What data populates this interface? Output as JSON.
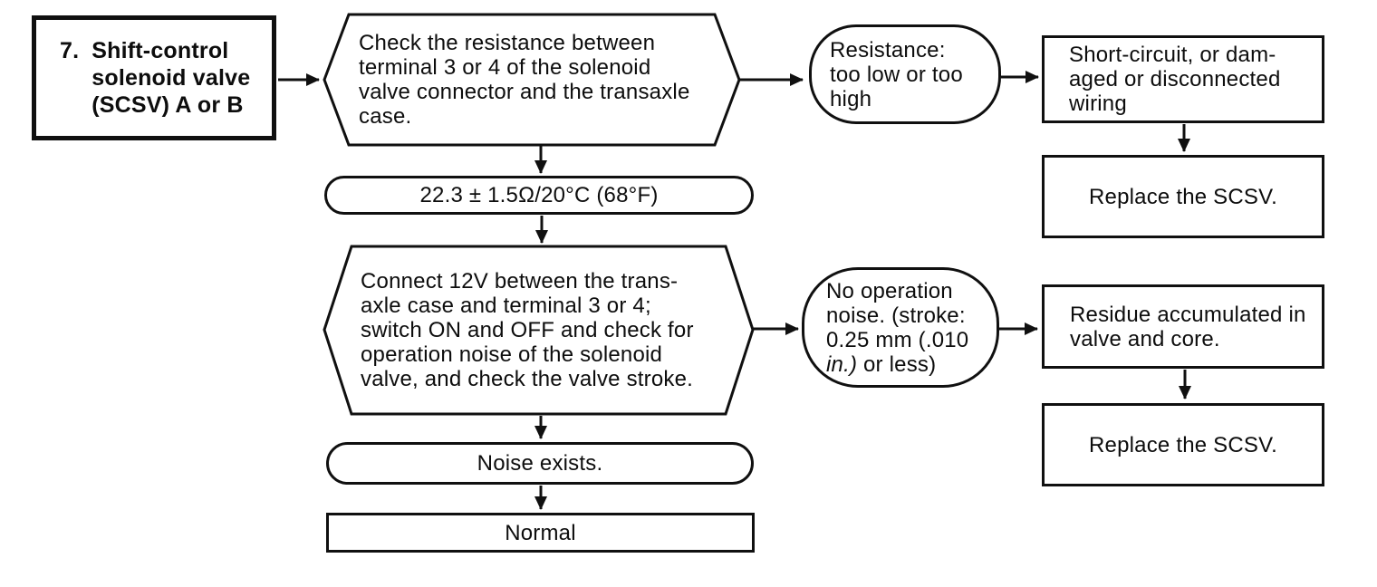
{
  "flowchart": {
    "nodes": {
      "start": {
        "number": "7.",
        "lines": [
          "Shift-control",
          "solenoid valve",
          "(SCSV) A or B"
        ]
      },
      "check_resistance": {
        "lines": [
          "Check the resistance between",
          "terminal 3 or 4 of the solenoid",
          "valve connector and the transaxle",
          "case."
        ]
      },
      "resistance_abnormal": {
        "lines": [
          "Resistance:",
          "too low or too",
          "high"
        ]
      },
      "short_circuit": {
        "lines": [
          "Short-circuit, or dam-",
          "aged or disconnected",
          "wiring"
        ]
      },
      "replace_scsv_1": {
        "text": "Replace the SCSV."
      },
      "spec_value": {
        "text": "22.3 ± 1.5Ω/20°C (68°F)"
      },
      "connect_12v": {
        "lines": [
          "Connect 12V between the trans-",
          "axle case and terminal 3 or 4;",
          "switch ON and OFF and check for",
          "operation noise of the solenoid",
          "valve, and check the valve stroke."
        ]
      },
      "no_operation_noise": {
        "lines": [
          "No operation",
          "noise. (stroke:",
          "0.25 mm (.010"
        ],
        "last_line_italic": "in.)",
        "last_line_rest": " or less)"
      },
      "residue": {
        "lines": [
          "Residue accumulated in",
          "valve and core."
        ]
      },
      "replace_scsv_2": {
        "text": "Replace the SCSV."
      },
      "noise_exists": {
        "text": "Noise exists."
      },
      "normal": {
        "text": "Normal"
      }
    },
    "colors": {
      "ink": "#101010",
      "paper": "#ffffff"
    }
  }
}
